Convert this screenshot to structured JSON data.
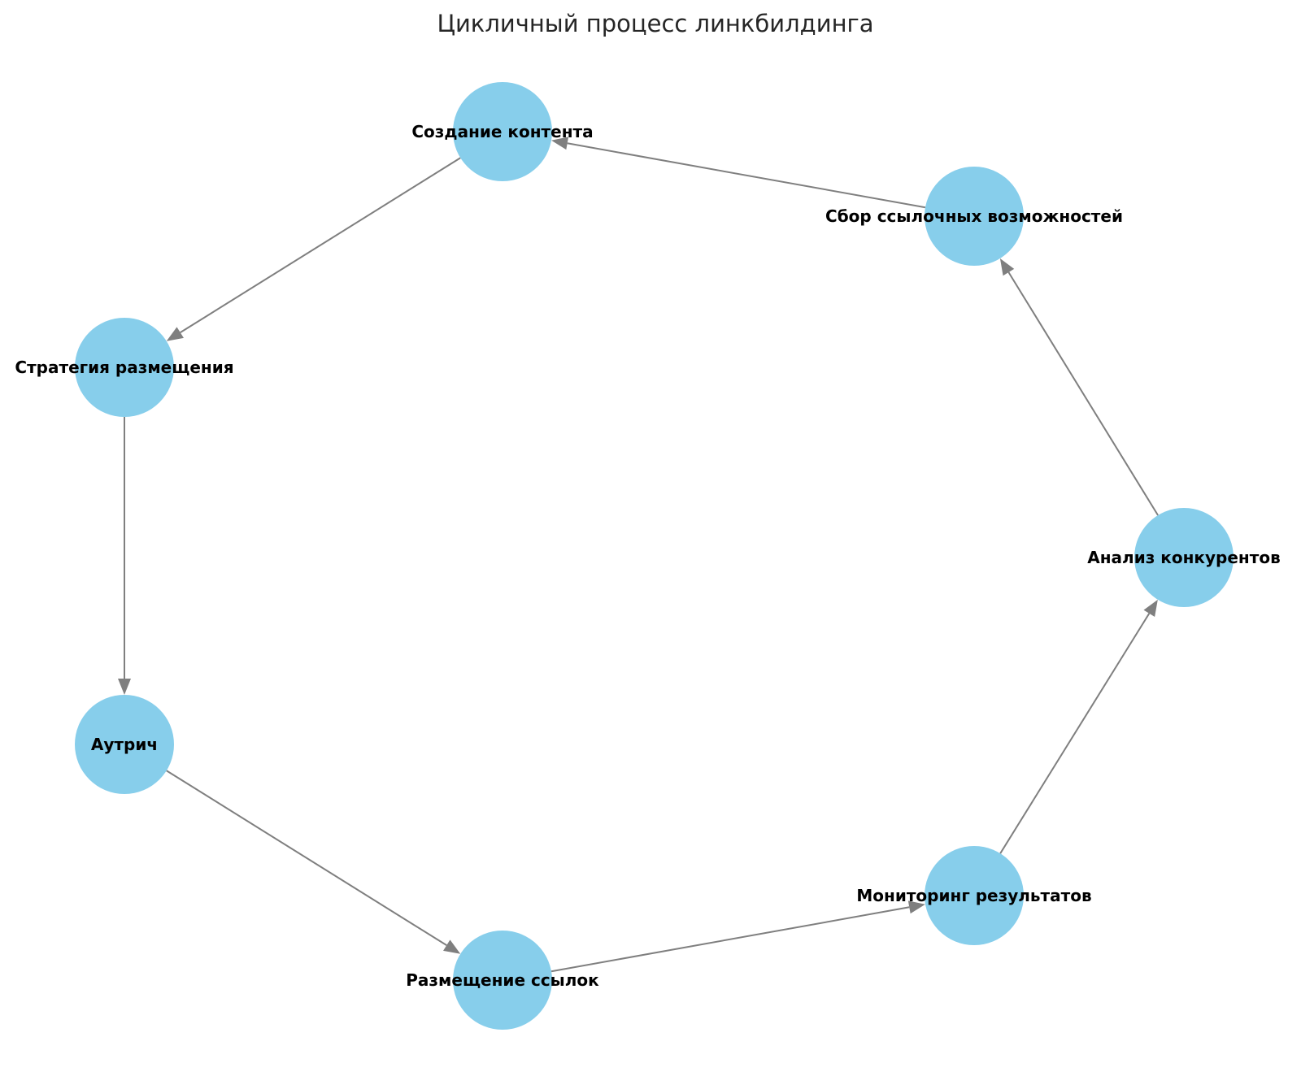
{
  "title": "Цикличный процесс линкбилдинга",
  "colors": {
    "node_fill": "#87CEEB",
    "edge": "#7F7F7F",
    "label": "#000000",
    "title": "#262626"
  },
  "nodes": [
    {
      "id": "analysis",
      "label": "Анализ конкурентов"
    },
    {
      "id": "collection",
      "label": "Сбор ссылочных возможностей"
    },
    {
      "id": "content",
      "label": "Создание контента"
    },
    {
      "id": "strategy",
      "label": "Стратегия размещения"
    },
    {
      "id": "outreach",
      "label": "Аутрич"
    },
    {
      "id": "placement",
      "label": "Размещение ссылок"
    },
    {
      "id": "monitoring",
      "label": "Мониторинг результатов"
    }
  ],
  "edges": [
    {
      "from": "analysis",
      "to": "collection"
    },
    {
      "from": "collection",
      "to": "content"
    },
    {
      "from": "content",
      "to": "strategy"
    },
    {
      "from": "strategy",
      "to": "outreach"
    },
    {
      "from": "outreach",
      "to": "placement"
    },
    {
      "from": "placement",
      "to": "monitoring"
    },
    {
      "from": "monitoring",
      "to": "analysis"
    }
  ]
}
